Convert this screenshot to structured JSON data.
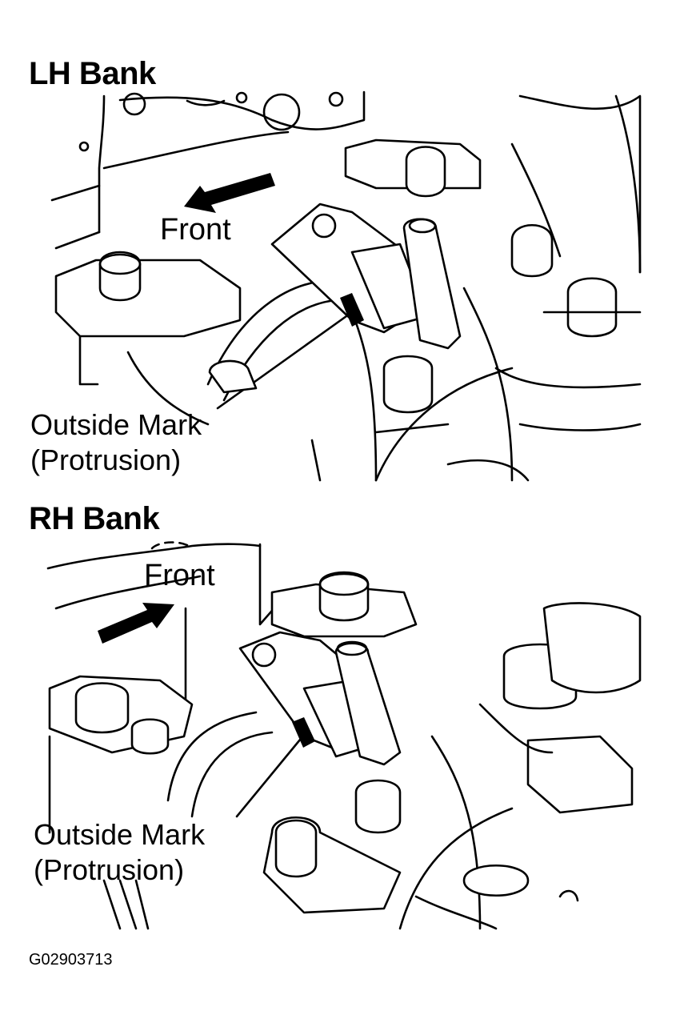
{
  "figure": {
    "code": "G02903713"
  },
  "lh_bank": {
    "title": "LH Bank",
    "front_label": "Front",
    "mark_label_line1": "Outside Mark",
    "mark_label_line2": "(Protrusion)",
    "arrow_direction": "front-left"
  },
  "rh_bank": {
    "title": "RH Bank",
    "front_label": "Front",
    "mark_label_line1": "Outside Mark",
    "mark_label_line2": "(Protrusion)",
    "arrow_direction": "front-right"
  },
  "colors": {
    "line": "#000000",
    "background": "#ffffff"
  }
}
